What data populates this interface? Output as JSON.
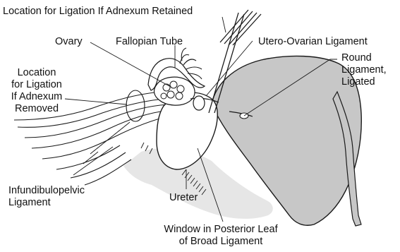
{
  "labels": {
    "ligation_retained": "Location for Ligation If Adnexum Retained",
    "ovary": "Ovary",
    "fallopian_tube": "Fallopian Tube",
    "utero_ovarian": "Utero-Ovarian Ligament",
    "round_ligament": [
      "Round",
      "Ligament,",
      "Ligated"
    ],
    "ligation_removed": [
      "Location",
      "for Ligation",
      "If Adnexum",
      "Removed"
    ],
    "infundibulopelvic": [
      "Infundibulopelvic",
      "Ligament"
    ],
    "ureter": "Ureter",
    "window": [
      "Window in Posterior Leaf",
      "of Broad Ligament"
    ]
  },
  "colors": {
    "uterus_fill": "#c7c7c7",
    "peritoneum_fill": "#e6e6e6",
    "stroke": "#1a1a1a",
    "text": "#111111"
  }
}
